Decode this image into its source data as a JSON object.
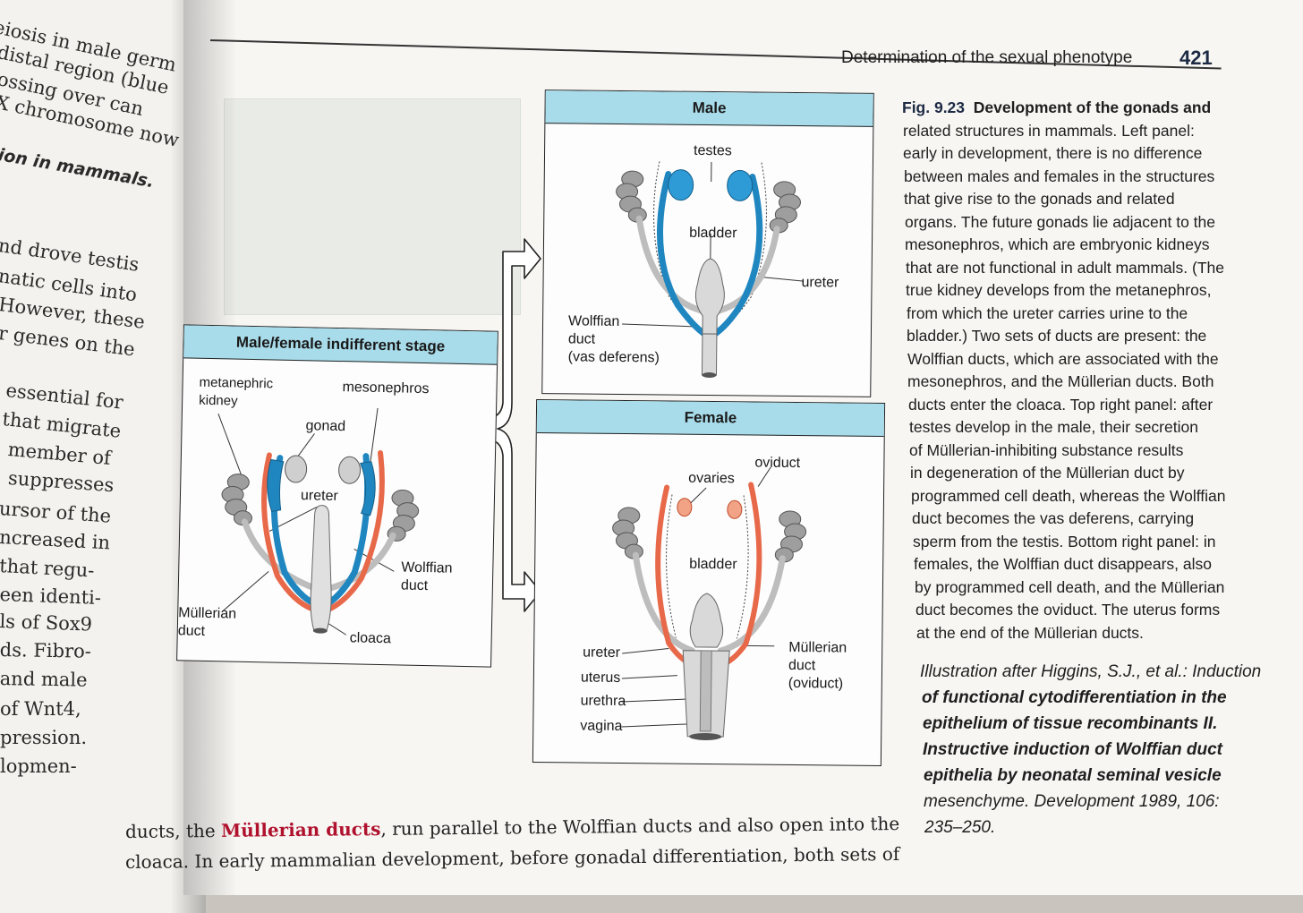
{
  "left_page": {
    "lines": [
      "eiosis in male germ",
      "distal region (blue",
      "ossing over can",
      "X chromosome now",
      "ion in mammals.",
      "nd drove testis",
      "natic cells into",
      "However, these",
      "r genes on the",
      "essential for",
      "that migrate",
      "member of",
      "suppresses",
      "ursor of the",
      "ncreased in",
      "that regu-",
      "een identi-",
      "ls of Sox9",
      "ds. Fibro-",
      "and male",
      "of Wnt4,",
      "pression.",
      "lopmen-"
    ]
  },
  "header": {
    "running_head": "Determination of the sexual phenotype",
    "page_number": "421"
  },
  "figure": {
    "indifferent_panel": {
      "title": "Male/female indifferent stage",
      "labels": {
        "metanephric": "metanephric",
        "kidney": "kidney",
        "mesonephros": "mesonephros",
        "gonad": "gonad",
        "ureter": "ureter",
        "wolffian1": "Wolffian",
        "wolffian2": "duct",
        "mullerian1": "Müllerian",
        "mullerian2": "duct",
        "cloaca": "cloaca"
      }
    },
    "male_panel": {
      "title": "Male",
      "labels": {
        "testes": "testes",
        "bladder": "bladder",
        "ureter": "ureter",
        "wolffian1": "Wolffian",
        "wolffian2": "duct",
        "wolffian3": "(vas deferens)"
      }
    },
    "female_panel": {
      "title": "Female",
      "labels": {
        "ovaries": "ovaries",
        "oviduct": "oviduct",
        "bladder": "bladder",
        "ureter": "ureter",
        "uterus": "uterus",
        "urethra": "urethra",
        "vagina": "vagina",
        "mullerian1": "Müllerian",
        "mullerian2": "duct",
        "mullerian3": "(oviduct)"
      }
    }
  },
  "caption": {
    "fig_label": "Fig. 9.23",
    "title": "Development of the gonads and",
    "lines": [
      "related structures in mammals.  Left panel:",
      "early in development, there is no difference",
      "between males and females in the structures",
      "that give rise to the gonads and related",
      "organs. The future gonads lie adjacent to the",
      "mesonephros, which are embryonic kidneys",
      "that are not functional in adult mammals. (The",
      "true kidney develops from the metanephros,",
      "from which the ureter carries urine to the",
      "bladder.) Two sets of ducts are present: the",
      "Wolffian ducts, which are associated with the",
      "mesonephros, and the Müllerian ducts. Both",
      "ducts enter the cloaca. Top right panel: after",
      "testes develop in the male, their secretion",
      "of Müllerian-inhibiting substance results",
      "in degeneration of the Müllerian duct by",
      "programmed cell death, whereas the Wolffian",
      "duct becomes the vas deferens, carrying",
      "sperm from the testis. Bottom right panel: in",
      "females, the Wolffian duct disappears, also",
      "by programmed cell death, and the Müllerian",
      "duct becomes the oviduct. The uterus forms",
      "at the end of the Müllerian ducts."
    ],
    "credit_lines": [
      "Illustration after Higgins, S.J., et al.: Induction",
      "of functional cytodifferentiation in the",
      "epithelium of tissue recombinants II.",
      "Instructive induction of Wolffian duct",
      "epithelia by neonatal seminal vesicle",
      "mesenchyme. Development 1989, 106:",
      "235–250."
    ]
  },
  "body_text": {
    "line1_pre": "ducts, the ",
    "line1_term": "Müllerian ducts",
    "line1_post": ", run parallel to the Wolffian ducts and also open into the",
    "line2": "cloaca. In early mammalian development, before gonadal differentiation, both sets of"
  },
  "colors": {
    "panel_header": "#a9dcea",
    "wolffian_blue": "#1f86c0",
    "mullerian_red": "#e8694a",
    "keyterm": "#b0122e",
    "fig_label": "#1d2a44"
  }
}
